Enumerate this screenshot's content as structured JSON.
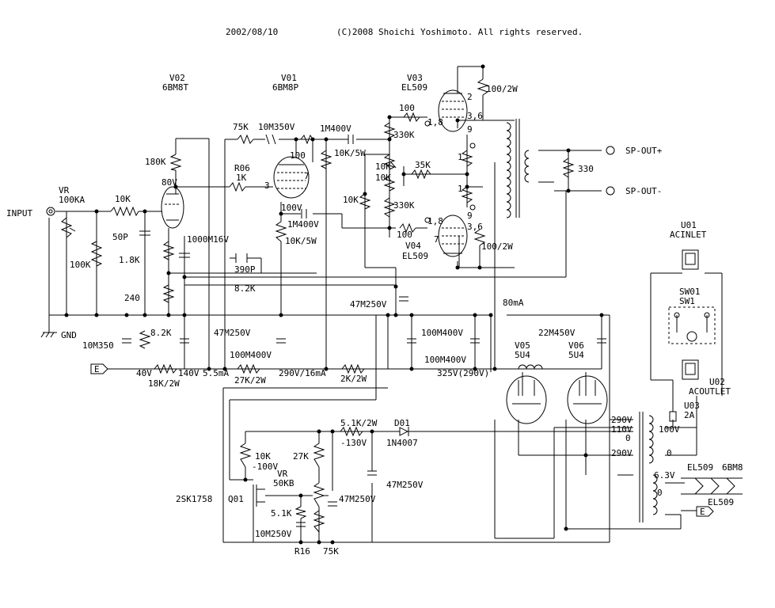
{
  "header": {
    "date": "2002/08/10",
    "copyright": "(C)2008 Shoichi Yoshimoto. All rights reserved."
  },
  "labels": {
    "input": "INPUT",
    "vr1_name": "VR",
    "vr1_value": "100KA",
    "r_10k_in": "10K",
    "c_50p": "50P",
    "r_100k": "100K",
    "gnd": "GND",
    "r_1_8k": "1.8K",
    "r_240": "240",
    "r_8_2k_a": "8.2K",
    "c_10m350": "10M350",
    "e_left": "E",
    "v_40": "40V",
    "r_18k2w": "18K/2W",
    "v_140": "140V",
    "i_5_5ma": "5.5mA",
    "r_27k2w": "27K/2W",
    "v_290_16ma": "290V/16mA",
    "r_2k2w": "2K/2W",
    "v_325": "325V(290V)",
    "v02_name": "V02",
    "v02_type": "6BM8T",
    "v01_name": "V01",
    "v01_type": "6BM8P",
    "r_180k": "180K",
    "v_80": "80V",
    "c_1000m16": "1000M16V",
    "r_75k": "75K",
    "c_10m350v": "10M350V",
    "r06_name": "R06",
    "r06_value": "1K",
    "pin3": "3",
    "pin7": "7",
    "r_100_v01": "100",
    "v_100": "100V",
    "c_1m400_a": "1M400V",
    "c_1m400_b": "1M400V",
    "r_10k5w_a": "10K/5W",
    "r_10k5w_b": "10K/5W",
    "c_390p": "390P",
    "r_8_2k_b": "8.2K",
    "c_47m250_a": "47M250V",
    "c_47m250_b": "47M250V",
    "c_100m400_a": "100M400V",
    "c_100m400_b": "100M400V",
    "c_100m400_c": "100M400V",
    "v03_name": "V03",
    "v03_type": "EL509",
    "v04_name": "V04",
    "v04_type": "EL509",
    "r_100_g1": "100",
    "r_100_g2": "100",
    "r_330k_a": "330K",
    "r_330k_b": "330K",
    "r_10k_a": "10K",
    "r_10k_b": "10K",
    "r_10k_c": "10K",
    "r_35k": "35K",
    "r_100_2w_a": "100/2W",
    "r_100_2w_b": "100/2W",
    "pin_2": "2",
    "pin_7": "7",
    "pin_36a": "3,6",
    "pin_36b": "3,6",
    "pin_9a": "9",
    "pin_9b": "9",
    "pin_18a": "1,8",
    "pin_18b": "1,8",
    "pin_1a": "1",
    "pin_1b": "1",
    "r_330": "330",
    "sp_out_p": "SP-OUT+",
    "sp_out_m": "SP-OUT-",
    "i_80ma": "80mA",
    "c_22m450": "22M450V",
    "v05_name": "V05",
    "v05_type": "5U4",
    "v06_name": "V06",
    "v06_type": "5U4",
    "u01_name": "U01",
    "u01_type": "ACINLET",
    "sw01_name": "SW01",
    "sw01_type": "SW1",
    "u02_name": "U02",
    "u02_type": "ACOUTLET",
    "u03_name": "U03",
    "u03_value": "2A",
    "t_290a": "290V",
    "t_110": "110V",
    "t_0a": "0",
    "t_290b": "290V",
    "t_100": "100V",
    "t_0b": "0",
    "t_6_3": "6.3V",
    "t_0c": "0",
    "el509_a": "EL509",
    "el509_b": "EL509",
    "bm8": "6BM8",
    "e_right": "E",
    "r_5_1k2w": "5.1K/2W",
    "v_m130": "-130V",
    "d01_name": "D01",
    "d01_type": "1N4007",
    "r_10k_bias": "10K",
    "v_m100": "-100V",
    "r_27k": "27K",
    "vr2_name": "VR",
    "vr2_value": "50KB",
    "q01_type": "2SK1758",
    "q01_name": "Q01",
    "c_47m250_c": "47M250V",
    "c_47m250_d": "47M250V",
    "r_5_1k": "5.1K",
    "c_10m250": "10M250V",
    "r16_name": "R16",
    "r16_value": "75K"
  }
}
